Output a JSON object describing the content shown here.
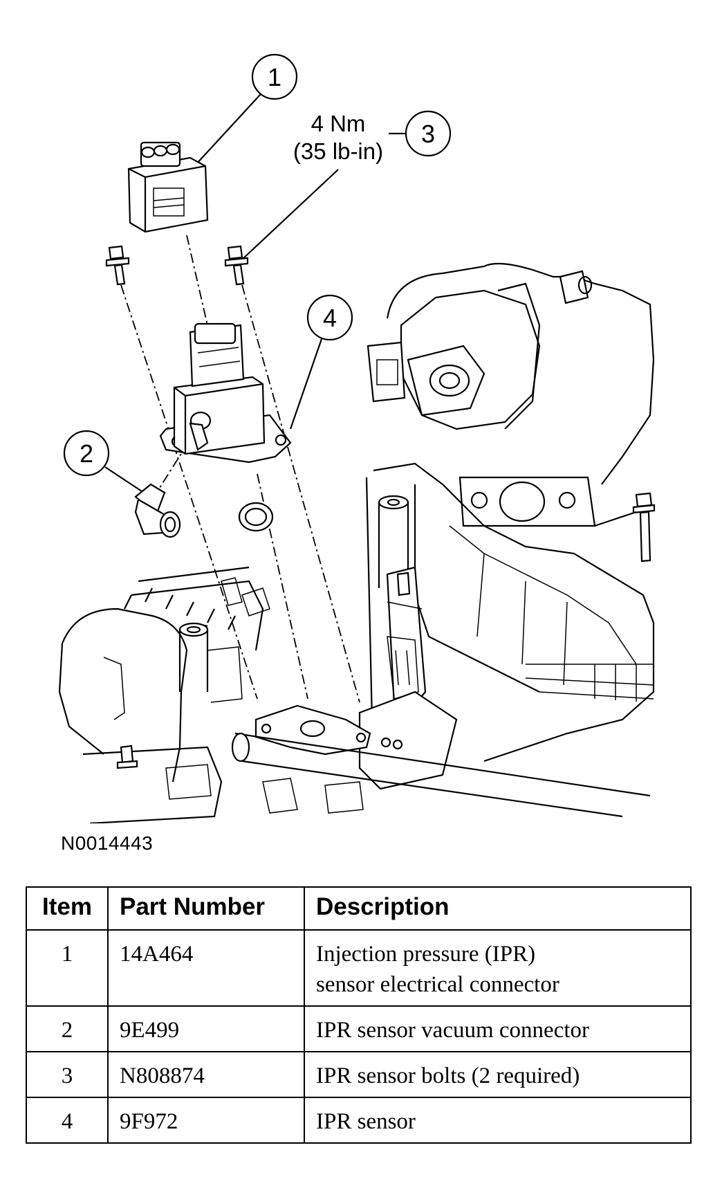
{
  "figure_id": "N0014443",
  "callouts": [
    {
      "number": "1"
    },
    {
      "number": "2"
    },
    {
      "number": "3"
    },
    {
      "number": "4"
    }
  ],
  "torque": {
    "line1": "4 Nm",
    "line2": "(35 lb-in)"
  },
  "table": {
    "headers": {
      "item": "Item",
      "part_number": "Part Number",
      "description": "Description"
    },
    "rows": [
      {
        "item": "1",
        "part_number": "14A464",
        "description_line1": "Injection pressure (IPR)",
        "description_line2": "sensor electrical connector"
      },
      {
        "item": "2",
        "part_number": "9E499",
        "description_line1": "IPR sensor vacuum connector",
        "description_line2": ""
      },
      {
        "item": "3",
        "part_number": "N808874",
        "description_line1": "IPR sensor bolts (2 required)",
        "description_line2": ""
      },
      {
        "item": "4",
        "part_number": "9F972",
        "description_line1": "IPR sensor",
        "description_line2": ""
      }
    ]
  }
}
